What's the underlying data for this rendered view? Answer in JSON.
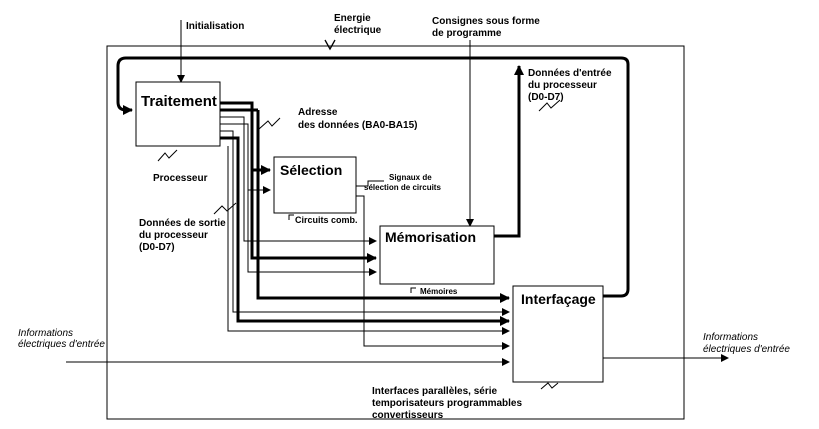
{
  "blocks": {
    "traitement": "Traitement",
    "selection": "Sélection",
    "memorisation": "Mémorisation",
    "interfacage": "Interfaçage"
  },
  "labels": {
    "initialisation": "Initialisation",
    "energie_1": "Energie",
    "energie_2": "électrique",
    "consignes_1": "Consignes sous forme",
    "consignes_2": "de programme",
    "donnees_entree_1": "Données d'entrée",
    "donnees_entree_2": "du processeur",
    "donnees_entree_3": "(D0-D7)",
    "adresse_1": "Adresse",
    "adresse_2": "des données (BA0-BA15)",
    "processeur": "Processeur",
    "signaux_1": "Signaux de",
    "signaux_2": "sélection de circuits",
    "circuits_comb": "Circuits comb.",
    "donnees_sortie_1": "Données de sortie",
    "donnees_sortie_2": "du processeur",
    "donnees_sortie_3": "(D0-D7)",
    "memoires": "Mémoires",
    "info_entree_1": "Informations",
    "info_entree_2": "électriques d'entrée",
    "info_sortie_1": "Informations",
    "info_sortie_2": "électriques d'entrée",
    "interfaces_1": "Interfaces parallèles, série",
    "interfaces_2": "temporisateurs programmables",
    "interfaces_3": "convertisseurs"
  }
}
